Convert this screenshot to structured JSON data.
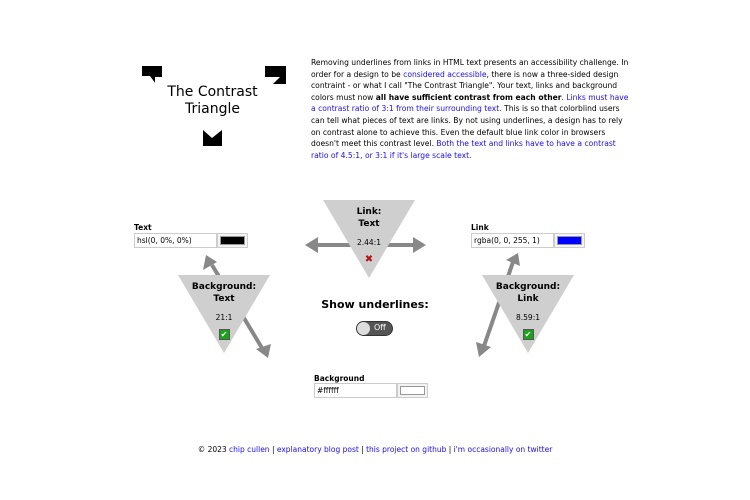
{
  "logo": {
    "title": "The Contrast Triangle"
  },
  "intro": {
    "p1": "Removing underlines from links in HTML text presents an accessibility challenge. In order for a design to be ",
    "link1": "considered accessible",
    "p2": ", there is now a three-sided design contraint - or what I call \"The Contrast Triangle\". Your text, links and background colors must now ",
    "bold": "all have sufficient contrast from each other",
    "p3": ". ",
    "link2": "Links must have a contrast ratio of 3:1 from their surrounding text.",
    "p4": " This is so that colorblind users can tell what pieces of text are links. By not using underlines, a design has to rely on contrast alone to achieve this. Even the default blue link color in browsers doesn't meet this contrast level. ",
    "link3": "Both the text and links have to have a contrast ratio of 4.5:1, or 3:1 if it's large scale text."
  },
  "triangles": {
    "link_text": {
      "title1": "Link:",
      "title2": "Text",
      "ratio": "2.44:1",
      "pass": false
    },
    "bg_text": {
      "title1": "Background:",
      "title2": "Text",
      "ratio": "21:1",
      "pass": true
    },
    "bg_link": {
      "title1": "Background:",
      "title2": "Link",
      "ratio": "8.59:1",
      "pass": true
    }
  },
  "inputs": {
    "text": {
      "label": "Text",
      "value": "hsl(0, 0%, 0%)",
      "color": "#000000"
    },
    "link": {
      "label": "Link",
      "value": "rgba(0, 0, 255, 1)",
      "color": "#0000ff"
    },
    "background": {
      "label": "Background",
      "value": "#ffffff",
      "color": "#ffffff"
    }
  },
  "underlines": {
    "label": "Show underlines:",
    "state": "Off"
  },
  "footer": {
    "copy": "© 2023 ",
    "author": "chip cullen",
    "sep": " | ",
    "blog": "explanatory blog post",
    "github": "this project on github",
    "twitter": "i'm occasionally on twitter"
  },
  "icons": {
    "pass": "✔",
    "fail": "✖"
  }
}
